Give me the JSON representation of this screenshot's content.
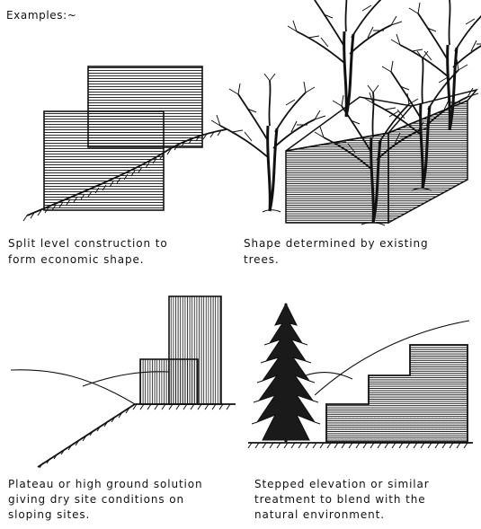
{
  "heading": "Examples:~",
  "panels": [
    {
      "caption_lines": [
        "Split level construction to",
        "form economic shape."
      ]
    },
    {
      "caption_lines": [
        "Shape determined by existing",
        "trees."
      ]
    },
    {
      "caption_lines": [
        "Plateau or high ground solution",
        "giving dry site conditions on",
        "sloping sites."
      ]
    },
    {
      "caption_lines": [
        "Stepped elevation or similar",
        "treatment to blend with the",
        "natural environment."
      ]
    }
  ],
  "colors": {
    "ink": "#111111",
    "paper": "#ffffff"
  }
}
